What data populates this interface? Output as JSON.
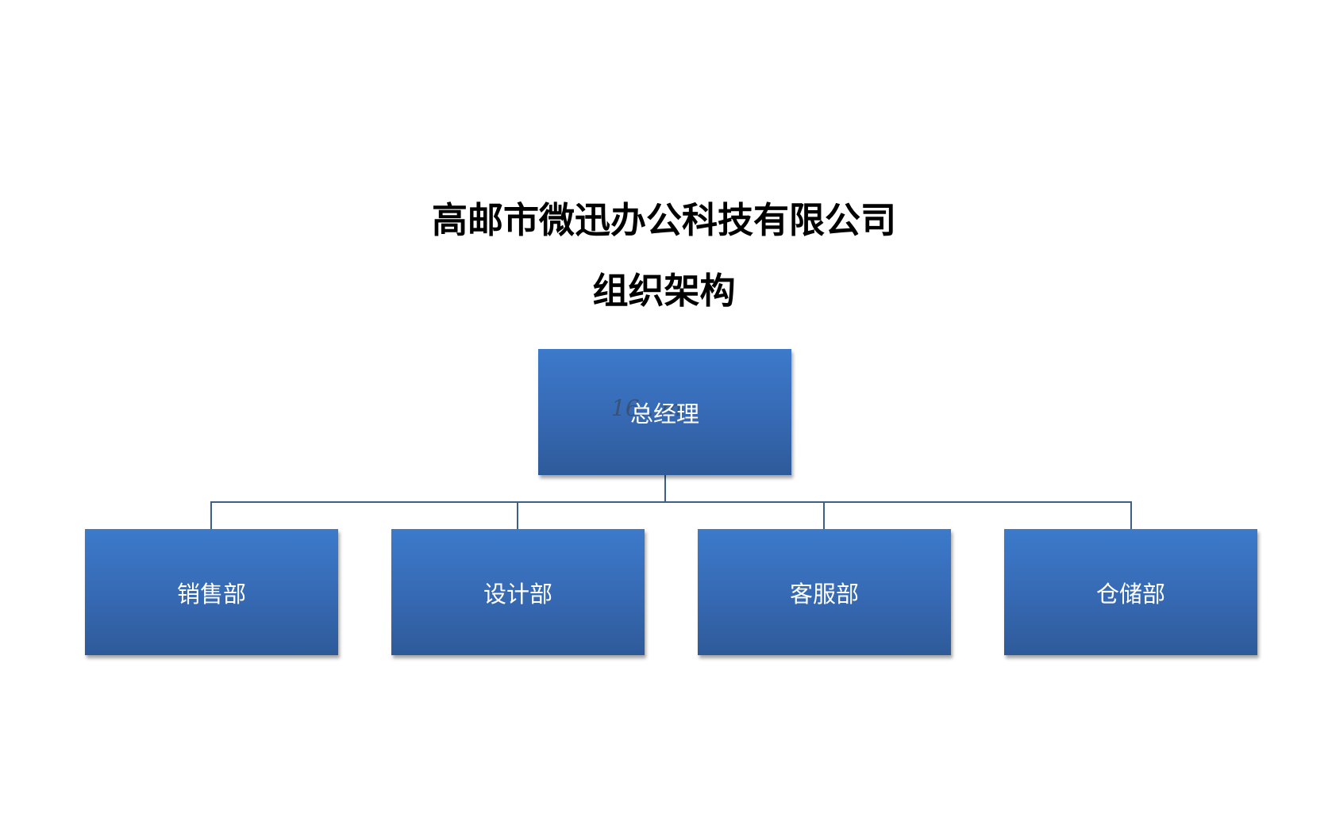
{
  "header": {
    "company_name": "高邮市微迅办公科技有限公司",
    "chart_title": "组织架构"
  },
  "org_chart": {
    "root": {
      "label": "总经理"
    },
    "children": [
      {
        "label": "销售部"
      },
      {
        "label": "设计部"
      },
      {
        "label": "客服部"
      },
      {
        "label": "仓储部"
      }
    ]
  },
  "watermark": {
    "text": "16...m"
  },
  "colors": {
    "box_top": "#3c7acb",
    "box_bottom": "#2e5a99",
    "connector": "#3e5f86",
    "box_text": "#ffffff"
  }
}
